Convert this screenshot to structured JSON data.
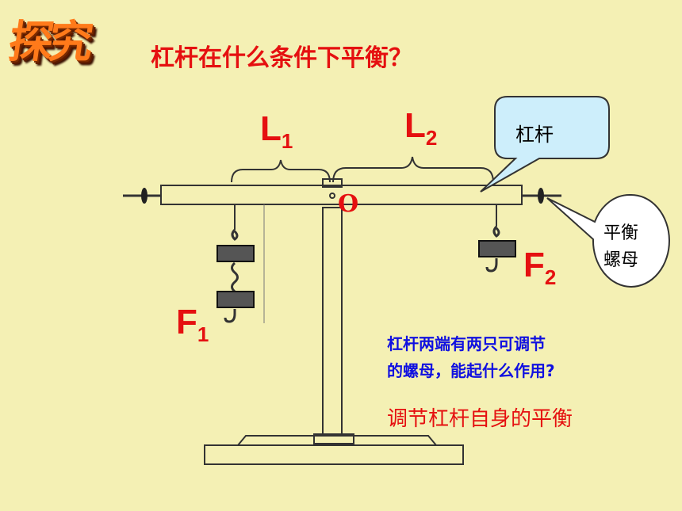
{
  "header": {
    "badge": "探究",
    "title": "杠杆在什么条件下平衡？"
  },
  "labels": {
    "l1": "L",
    "l1_sub": "1",
    "l2": "L",
    "l2_sub": "2",
    "f1": "F",
    "f1_sub": "1",
    "f2": "F",
    "f2_sub": "2",
    "pivot": "O"
  },
  "callouts": {
    "lever": "杠杆",
    "nut_line1": "平衡",
    "nut_line2": "螺母"
  },
  "question": {
    "line1": "杠杆两端有两只可调节",
    "line2": "的螺母，能起什么作用?"
  },
  "answer": "调节杠杆自身的平衡",
  "colors": {
    "background": "#f4f0b4",
    "accent_red": "#e51010",
    "question_blue": "#1010e0",
    "callout_fill": "#cdeefb"
  }
}
